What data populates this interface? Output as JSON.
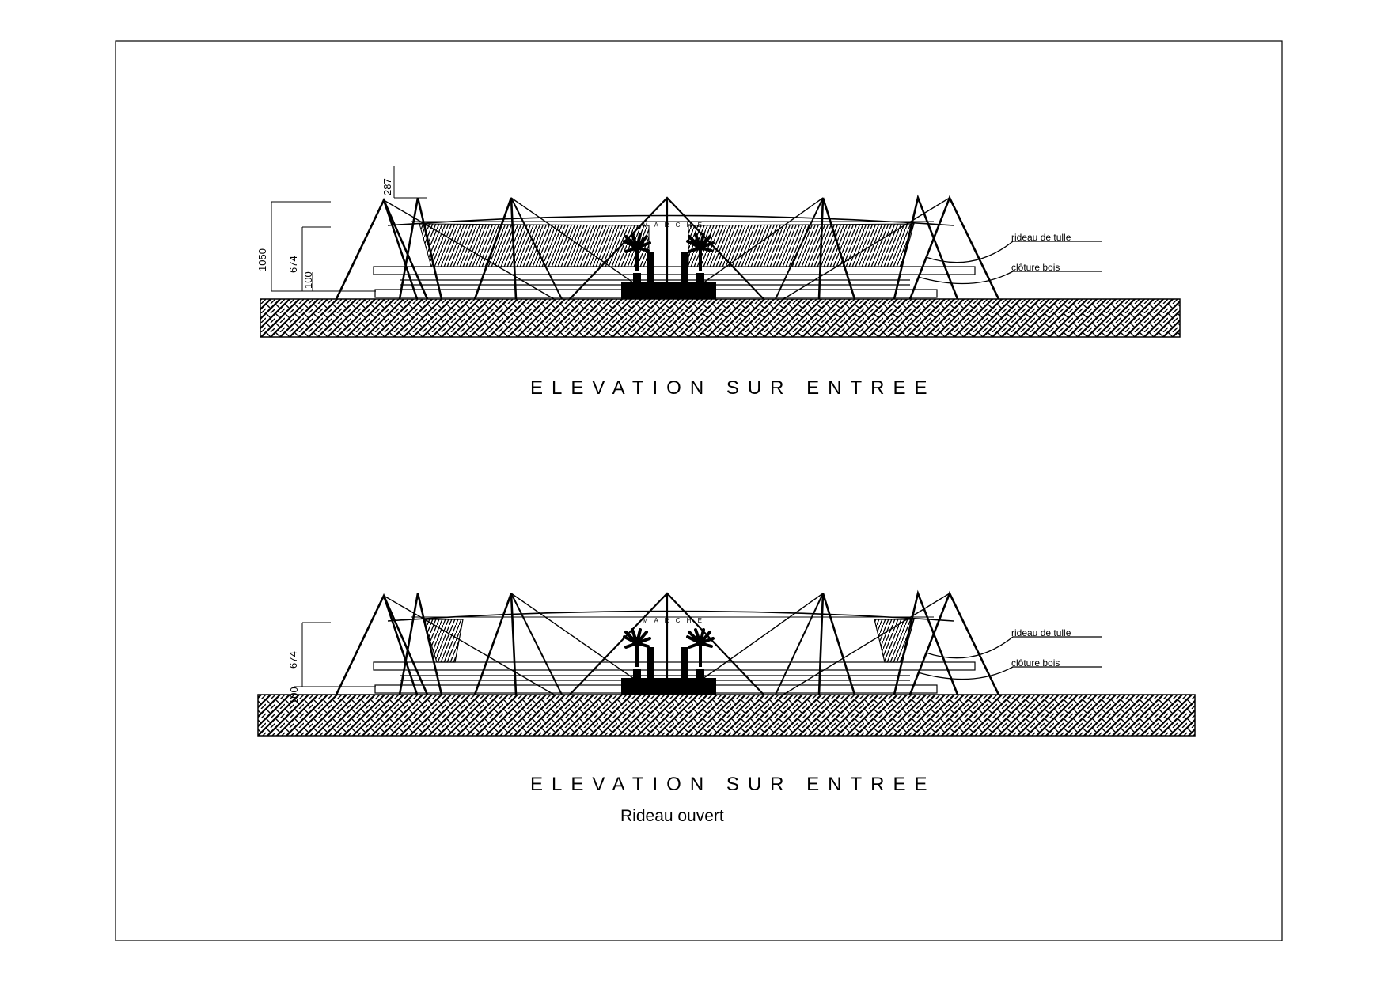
{
  "drawing": {
    "top_elevation": {
      "dimensions": [
        "1050",
        "674",
        "100",
        "287"
      ],
      "sign_text": "M A R C H E",
      "callouts": [
        "rideau de tulle",
        "clôture bois"
      ],
      "title": "ELEVATION SUR ENTREE"
    },
    "bottom_elevation": {
      "dimensions": [
        "674",
        "100"
      ],
      "sign_text": "M A R C H E",
      "callouts": [
        "rideau de tulle",
        "clôture bois"
      ],
      "title": "ELEVATION SUR ENTREE",
      "subtitle": "Rideau ouvert"
    }
  }
}
